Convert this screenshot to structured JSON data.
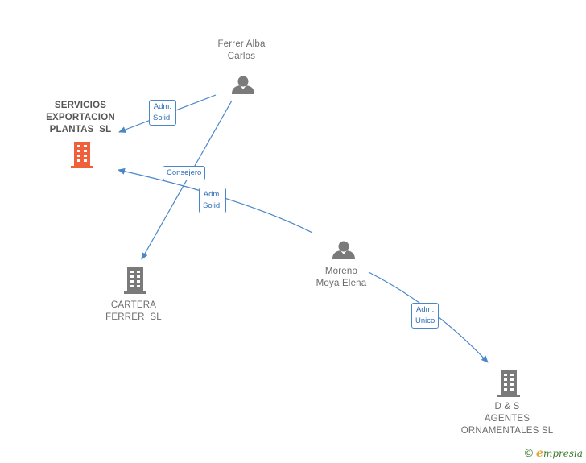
{
  "nodes": {
    "ferrer": {
      "label": "Ferrer Alba\nCarlos",
      "type": "person"
    },
    "servicios": {
      "label": "SERVICIOS\nEXPORTACION\nPLANTAS  SL",
      "type": "company",
      "highlight": true
    },
    "cartera": {
      "label": "CARTERA\nFERRER  SL",
      "type": "company"
    },
    "moreno": {
      "label": "Moreno\nMoya Elena",
      "type": "person"
    },
    "dys": {
      "label": "D & S\nAGENTES\nORNAMENTALES SL",
      "type": "company"
    }
  },
  "edges": {
    "ferrer_servicios": "Adm.\nSolid.",
    "moreno_servicios_consejero": "Consejero",
    "moreno_servicios_adm": "Adm.\nSolid.",
    "moreno_dys": "Adm.\nUnico"
  },
  "brand": {
    "copyright": "©",
    "initial": "e",
    "rest": "mpresia"
  },
  "colors": {
    "edge": "#4a86c8",
    "person": "#7a7a7a",
    "company": "#7a7a7a",
    "highlight": "#f0603a"
  }
}
